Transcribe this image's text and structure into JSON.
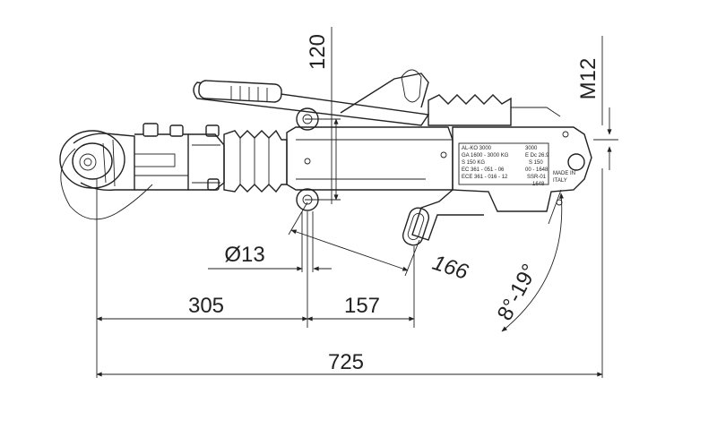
{
  "dimensions": {
    "overall_length": "725",
    "ball_to_first_hole": "305",
    "hole_spacing": "157",
    "hole_diameter": "Ø13",
    "diagonal_length": "166",
    "height": "120",
    "bolt_size": "M12",
    "angle_range": "8°-19°"
  },
  "nameplate": {
    "line1_left": "AL-KO 3000",
    "line1_right": "3000",
    "line2_left": "GA  1600 - 3000 KG",
    "line2_right": "E  Dc 26.9",
    "line3_left": "S  150 KG",
    "line3_right": "S 150",
    "line4_left": "EC  361 - 051 - 06",
    "line4_right": "00 - 1648",
    "line5_left": "ECE 361 - 016 - 12",
    "line5_right": "SSR-01",
    "line6_right": "1648",
    "made_in_1": "MADE IN",
    "made_in_2": "ITALY"
  }
}
